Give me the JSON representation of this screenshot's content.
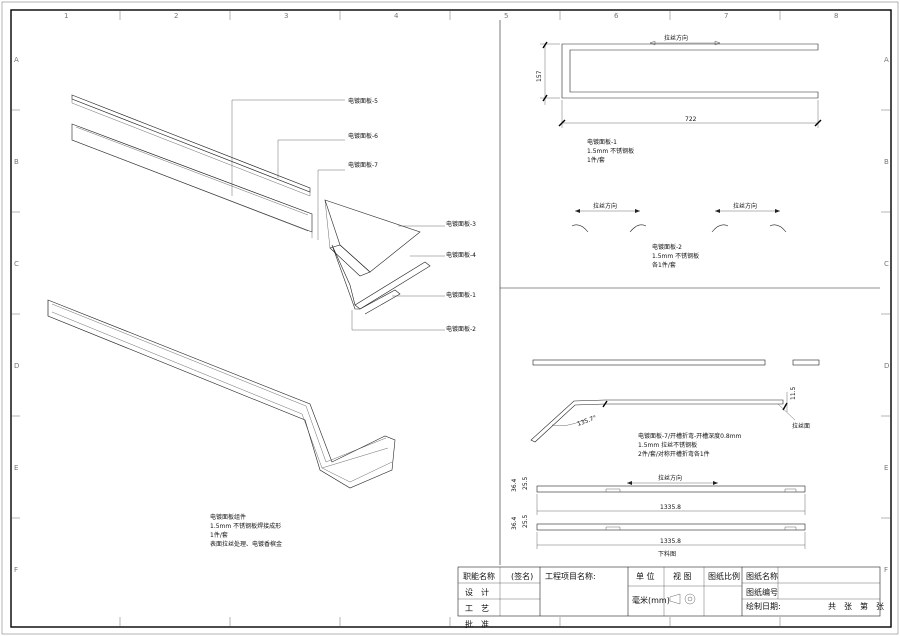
{
  "iso_labels": {
    "p5": "电镀面板-5",
    "p6": "电镀面板-6",
    "p7": "电镀面板-7",
    "p3": "电镀面板-3",
    "p4": "电镀面板-4",
    "p1": "电镀面板-1",
    "p2": "电镀面板-2"
  },
  "assembly_note": {
    "line1": "电镀面板组件",
    "line2": "1.5mm 不锈钢板焊接成形",
    "line3": "1件/套",
    "line4": "表面拉丝处理、电镀香槟金"
  },
  "panel1": {
    "brush_dir": "拉丝方向",
    "dim_height": "157",
    "dim_length": "722",
    "line1": "电镀面板-1",
    "line2": "1.5mm 不锈钢板",
    "line3": "1件/套"
  },
  "panel2": {
    "brush_dir_left": "拉丝方向",
    "brush_dir_right": "拉丝方向",
    "line1": "电镀面板-2",
    "line2": "1.5mm 不锈钢板",
    "line3": "各1件/套"
  },
  "panel7": {
    "angle": "135.7°",
    "dim_flange": "11.5",
    "brush_face": "拉丝面",
    "line1": "电镀面板-7/开槽折弯-开槽深度0.8mm",
    "line2": "1.5mm 拉丝不锈钢板",
    "line3": "2件/套/对称开槽折弯各1件",
    "dim_a1": "36.4",
    "dim_b1": "25.5",
    "dim_a2": "36.4",
    "dim_b2": "25.5",
    "brush_dir": "拉丝方向",
    "len1": "1335.8",
    "len2": "1335.8",
    "blank_title": "下料图"
  },
  "grid_cols": [
    "1",
    "2",
    "3",
    "4",
    "5",
    "6",
    "7",
    "8"
  ],
  "grid_rows": [
    "A",
    "B",
    "C",
    "D",
    "E",
    "F"
  ],
  "title_block": {
    "drafter": "职能名称",
    "signature": "(签名)",
    "design": "设　计",
    "process": "工　艺",
    "approve": "批　准",
    "project": "工程项目名称:",
    "unit_label": "单 位",
    "unit_value": "毫米(mm)",
    "view_label": "视 图",
    "scale_label": "图纸比例",
    "drawing_name": "图纸名称",
    "drawing_no": "图纸编号",
    "draw_date": "绘制日期:",
    "sheets": "共　张　第　张"
  }
}
